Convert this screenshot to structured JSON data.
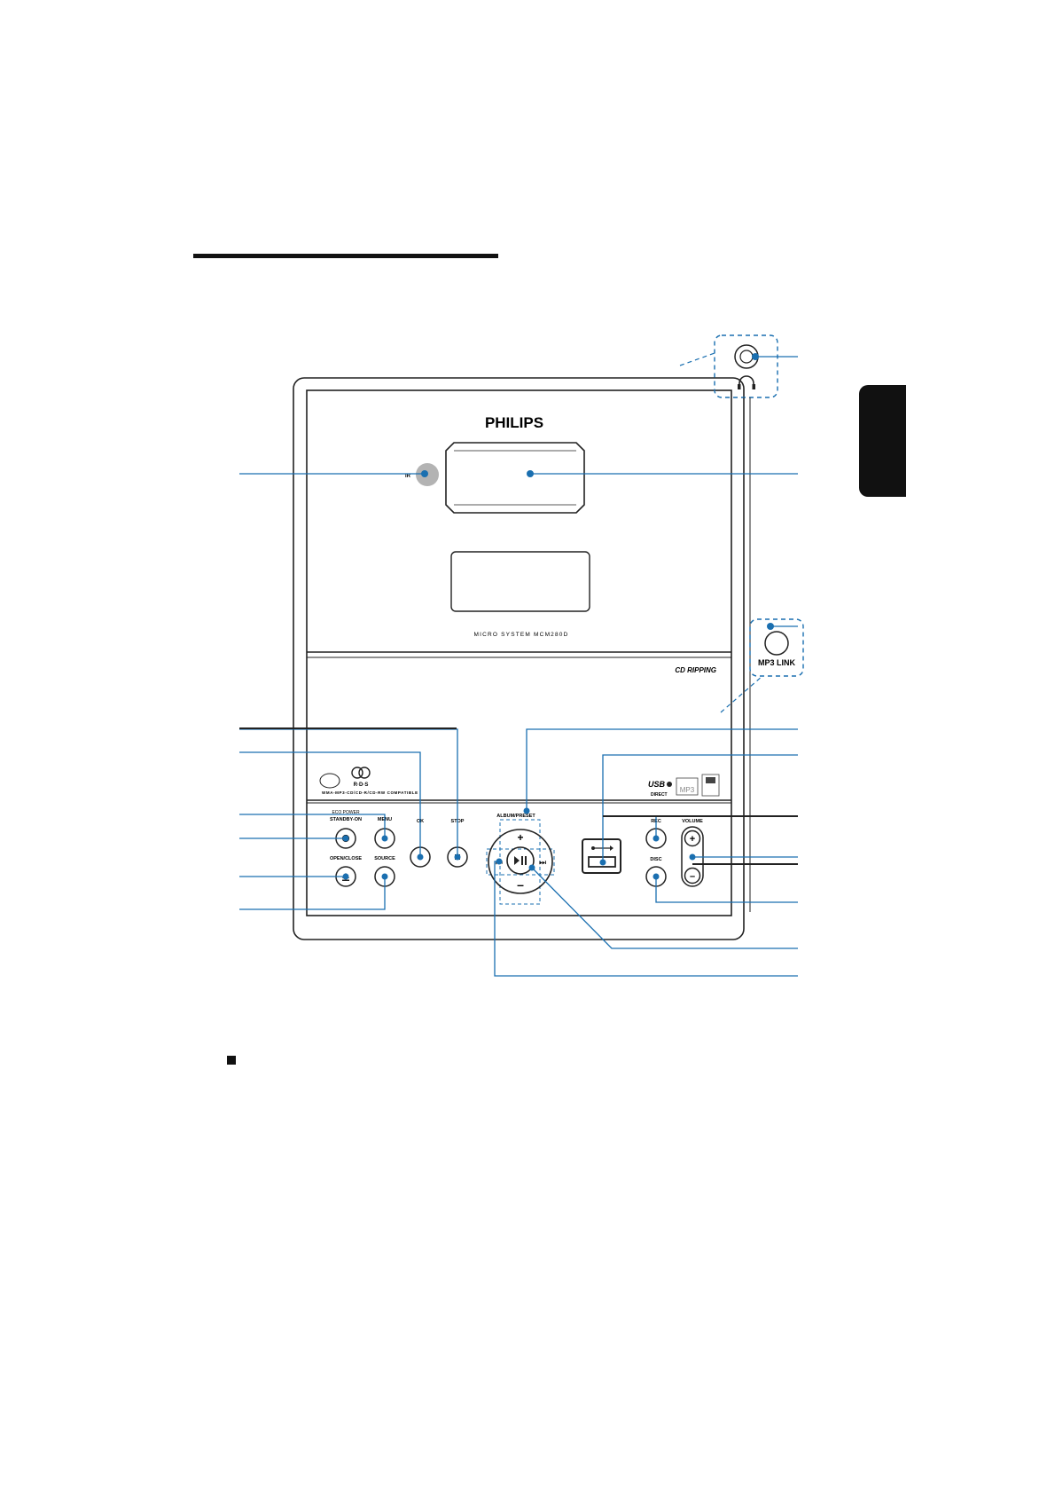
{
  "device": {
    "brand": "PHILIPS",
    "ir_label": "IR",
    "model_label": "MICRO SYSTEM MCM280D",
    "feature_label": "CD RIPPING",
    "compat_label": "WMA-MP3-CD/CD-R/CD-RW COMPATIBLE",
    "mp3_link_label": "MP3 LINK",
    "rds_label": "R·D·S",
    "usb_direct_label": "DIRECT",
    "mp3_badge": "MP3",
    "buttons": {
      "eco_power_line1": "ECO POWER",
      "eco_power_line2": "STANDBY-ON",
      "menu": "MENU",
      "open_close": "OPEN/CLOSE",
      "source": "SOURCE",
      "ok": "OK",
      "stop": "STOP",
      "album_preset": "ALBUM/PRESET",
      "rec": "REC",
      "disc": "DISC",
      "volume": "VOLUME"
    }
  },
  "colors": {
    "callout": "#1a6fb0",
    "outline": "#222222",
    "ir_window": "#b3b3b3",
    "tab": "#111111"
  }
}
